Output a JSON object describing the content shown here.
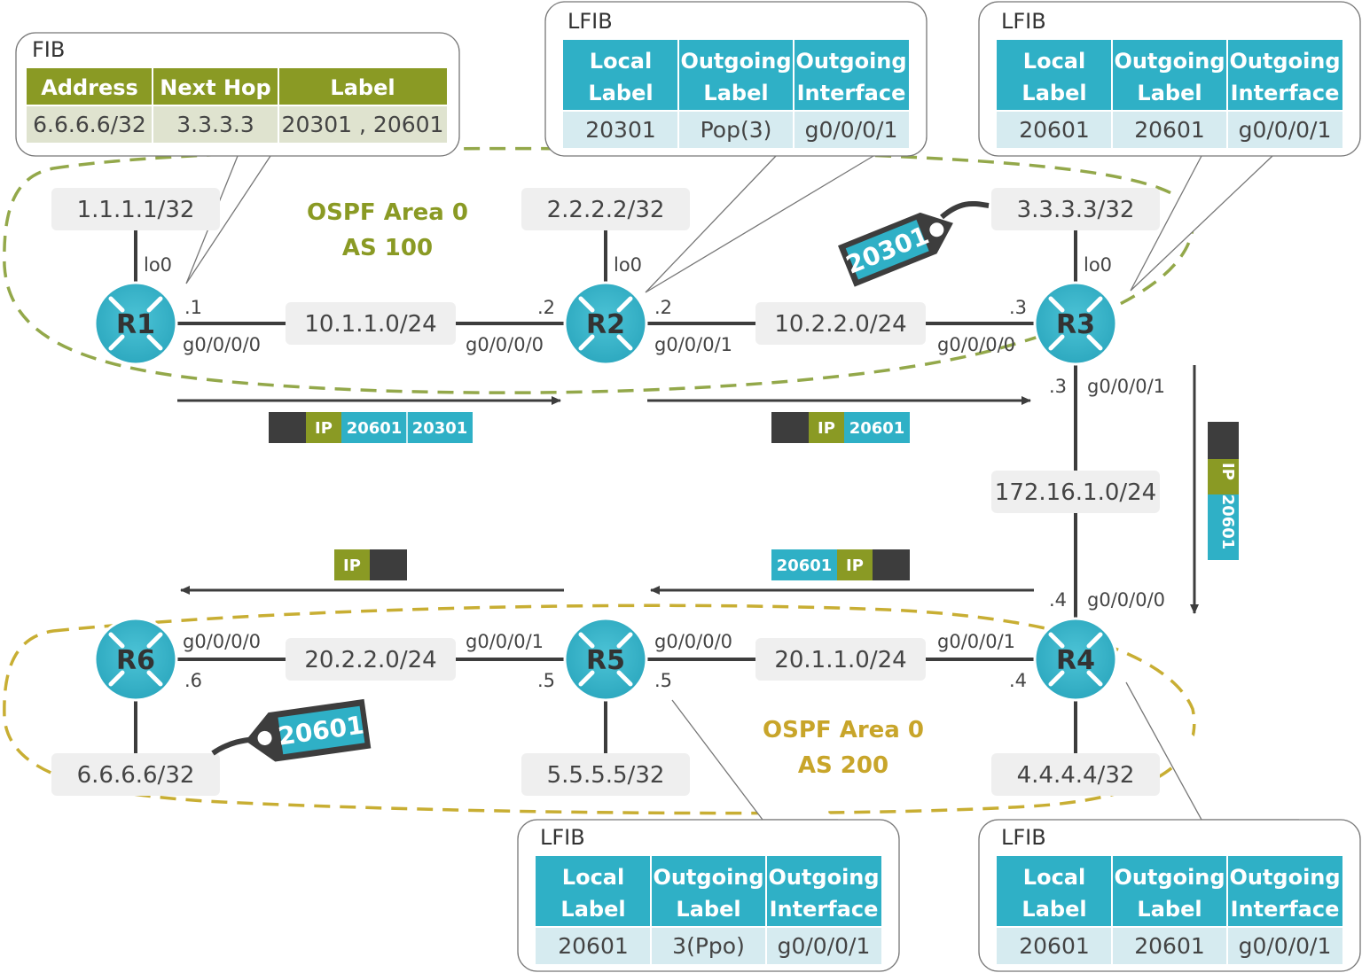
{
  "colors": {
    "olive": "#8a9a24",
    "teal": "#2fb0c6",
    "dark": "#3d3d3d",
    "light_teal": "#d6ebf0",
    "light_olive": "#dfe3cf",
    "router_fill": "#2fb0c6",
    "area1": "#93a84a",
    "area2": "#c8ae33"
  },
  "fib": {
    "title": "FIB",
    "headers": [
      "Address",
      "Next Hop",
      "Label"
    ],
    "row": [
      "6.6.6.6/32",
      "3.3.3.3",
      "20301 , 20601"
    ]
  },
  "lfib_r2": {
    "title": "LFIB",
    "headers": [
      "Local|Label",
      "Outgoing|Label",
      "Outgoing|Interface"
    ],
    "row": [
      "20301",
      "Pop(3)",
      "g0/0/0/1"
    ]
  },
  "lfib_r3": {
    "title": "LFIB",
    "headers": [
      "Local|Label",
      "Outgoing|Label",
      "Outgoing|Interface"
    ],
    "row": [
      "20601",
      "20601",
      "g0/0/0/1"
    ]
  },
  "lfib_r5": {
    "title": "LFIB",
    "headers": [
      "Local|Label",
      "Outgoing|Label",
      "Outgoing|Interface"
    ],
    "row": [
      "20601",
      "3(Ppo)",
      "g0/0/0/1"
    ]
  },
  "lfib_r4": {
    "title": "LFIB",
    "headers": [
      "Local|Label",
      "Outgoing|Label",
      "Outgoing|Interface"
    ],
    "row": [
      "20601",
      "20601",
      "g0/0/0/1"
    ]
  },
  "routers": {
    "r1": "R1",
    "r2": "R2",
    "r3": "R3",
    "r4": "R4",
    "r5": "R5",
    "r6": "R6"
  },
  "prefixes": {
    "r1_lo": "1.1.1.1/32",
    "r2_lo": "2.2.2.2/32",
    "r3_lo": "3.3.3.3/32",
    "link_12": "10.1.1.0/24",
    "link_23": "10.2.2.0/24",
    "link_34": "172.16.1.0/24",
    "link_45": "20.1.1.0/24",
    "link_56": "20.2.2.0/24",
    "r6_lo": "6.6.6.6/32",
    "r5_lo": "5.5.5.5/32",
    "r4_lo": "4.4.4.4/32"
  },
  "interfaces": {
    "lo0": "lo0",
    "r1_dot": ".1",
    "r1_if": "g0/0/0/0",
    "r2_left_dot": ".2",
    "r2_left_if": "g0/0/0/0",
    "r2_right_dot": ".2",
    "r2_right_if": "g0/0/0/1",
    "r3_left_dot": ".3",
    "r3_left_if": "g0/0/0/0",
    "r3_down_dot": ".3",
    "r3_down_if": "g0/0/0/1",
    "r4_up_dot": ".4",
    "r4_up_if": "g0/0/0/0",
    "r4_left_dot": ".4",
    "r4_left_if": "g0/0/0/1",
    "r5_right_dot": ".5",
    "r5_right_if": "g0/0/0/0",
    "r5_left_dot": ".5",
    "r5_left_if": "g0/0/0/1",
    "r6_dot": ".6",
    "r6_if": "g0/0/0/0"
  },
  "areas": {
    "top_line1": "OSPF Area 0",
    "top_line2": "AS 100",
    "bottom_line1": "OSPF Area 0",
    "bottom_line2": "AS 200"
  },
  "packets": {
    "ip": "IP",
    "p1_labels": [
      "20601",
      "20301"
    ],
    "p2_label": "20601",
    "p3_label": "20601",
    "p4_label": "20601"
  },
  "tags": {
    "r3": "20301",
    "r6": "20601"
  }
}
